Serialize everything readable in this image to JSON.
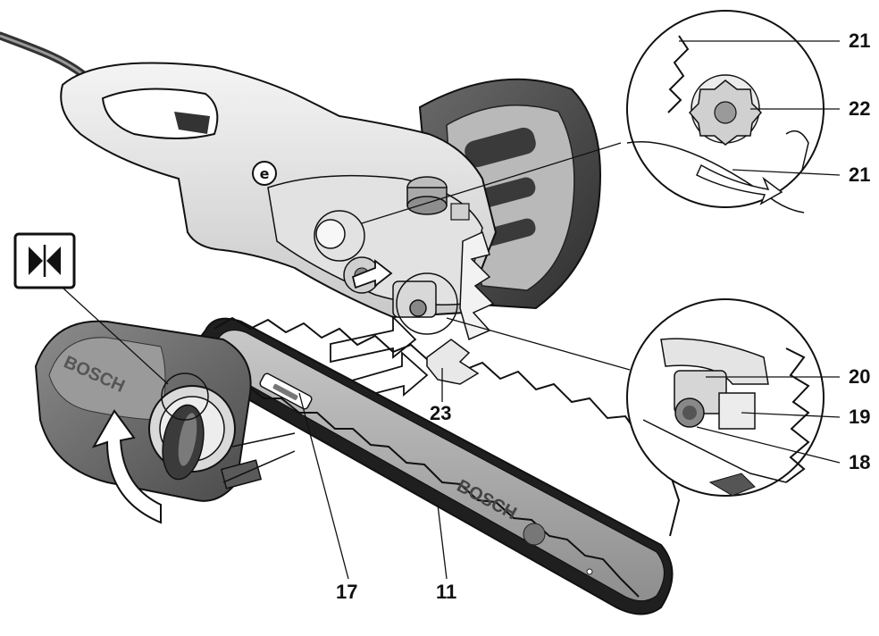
{
  "figure": {
    "brand": "BOSCH",
    "callouts": {
      "c21a": "21",
      "c22": "22",
      "c21b": "21",
      "c20": "20",
      "c19": "19",
      "c18": "18",
      "c23": "23",
      "c17": "17",
      "c11": "11"
    },
    "icon_name": "bowtie-tighten-icon"
  }
}
